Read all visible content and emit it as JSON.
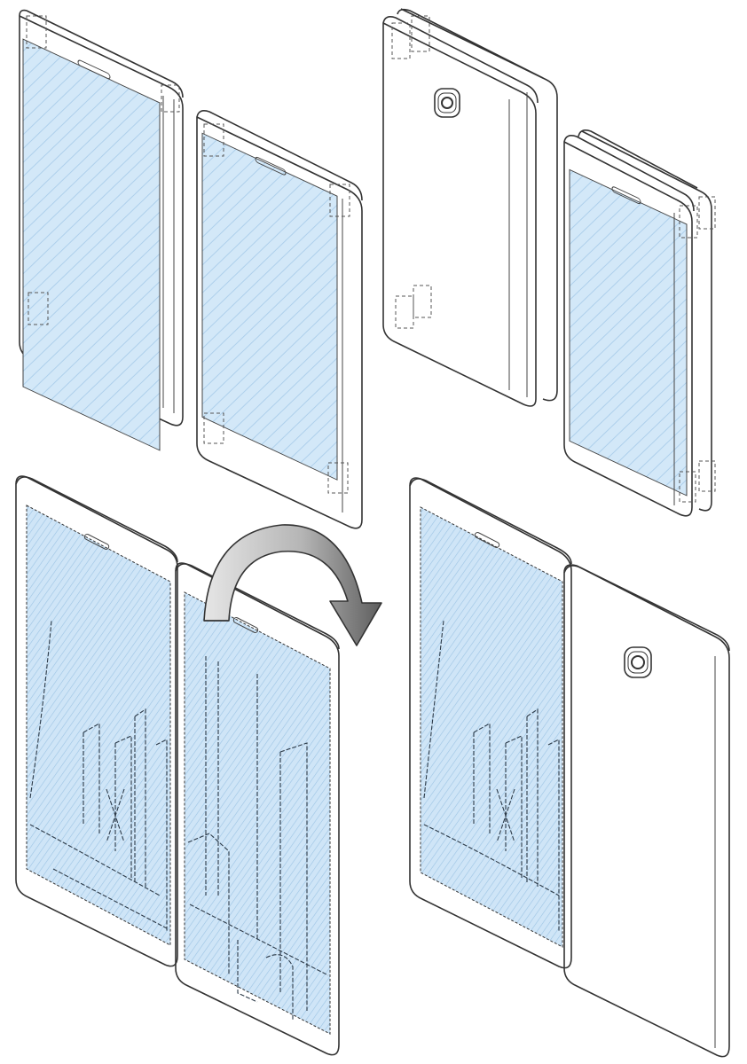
{
  "figure": {
    "views": [
      {
        "id": "view-1",
        "state": "unfolded-screens-facing",
        "screen_color": "#cfe6f7"
      },
      {
        "id": "view-2",
        "state": "folded-back-view",
        "camera": "rear-camera-icon"
      },
      {
        "id": "view-3",
        "state": "unfolded-open-flat",
        "fold_arrow": "fold-arrow-icon"
      },
      {
        "id": "view-4",
        "state": "half-folded-back-panel",
        "camera": "rear-camera-icon"
      }
    ],
    "colors": {
      "screen": "#cfe6f7",
      "screen_stripe": "#9cc4e4",
      "outline": "#333333",
      "arrow_dark": "#6c6c6c",
      "arrow_light": "#d8d8d8"
    }
  }
}
